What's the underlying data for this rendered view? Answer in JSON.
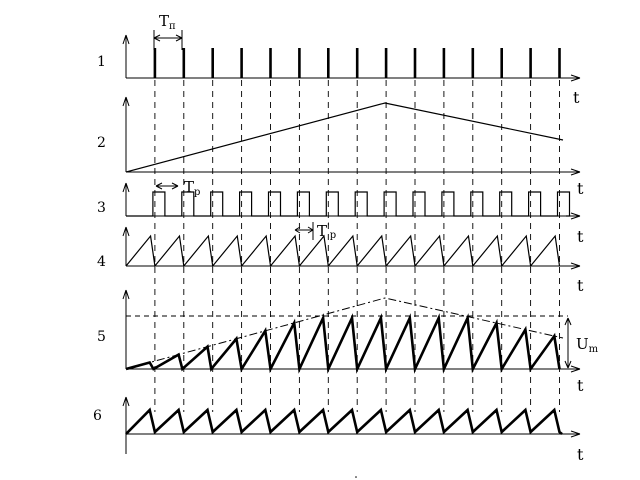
{
  "rows": [
    {
      "label": "1",
      "axis_label": "t"
    },
    {
      "label": "2",
      "axis_label": "t"
    },
    {
      "label": "3",
      "axis_label": "t"
    },
    {
      "label": "4",
      "axis_label": "t"
    },
    {
      "label": "5",
      "axis_label": "t"
    },
    {
      "label": "6",
      "axis_label": "t"
    }
  ],
  "annotations": {
    "pulse_period": {
      "main": "T",
      "sub": "п"
    },
    "sample_width": {
      "main": "T",
      "sub": "p"
    },
    "sample_width_prime": {
      "main": "T",
      "sub": "p",
      "mark": "'"
    },
    "amplitude": {
      "main": "U",
      "sub": "m"
    }
  },
  "colors": {
    "ink": "#000000",
    "background": "#ffffff"
  }
}
